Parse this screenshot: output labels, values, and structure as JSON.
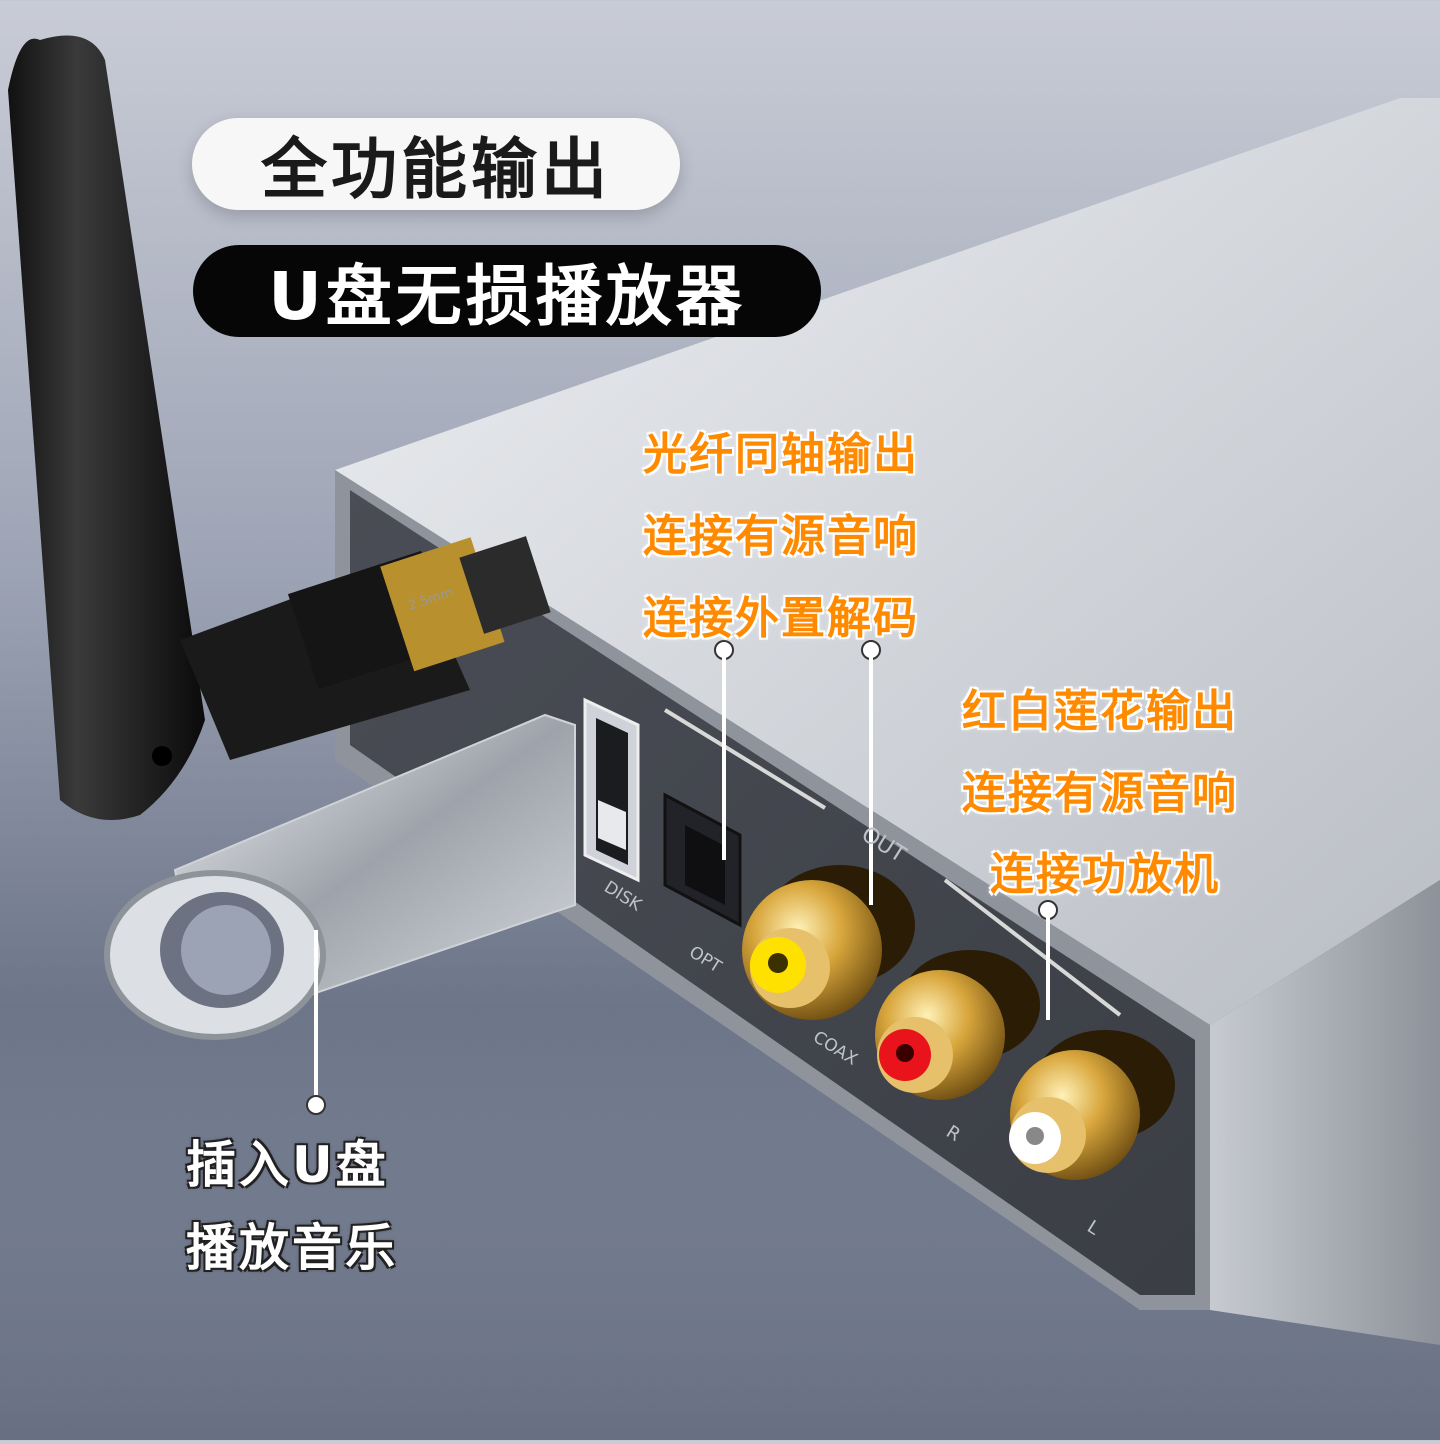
{
  "headline": {
    "line1": "全功能输出",
    "line2": "U盘无损播放器"
  },
  "callouts": {
    "optical_coax": [
      "光纤同轴输出",
      "连接有源音响",
      "连接外置解码"
    ],
    "rca": [
      "红白莲花输出",
      "连接有源音响",
      "连接功放机"
    ],
    "usb": [
      "插入U盘",
      "播放音乐"
    ]
  },
  "panel_labels": {
    "disk": "DISK",
    "opt": "OPT",
    "out": "OUT",
    "coax": "COAX",
    "r": "R",
    "l": "L",
    "antenna_marking": "2.5mm"
  },
  "colors": {
    "accent_orange": "#ff8a00",
    "rca_yellow": "#ffe100",
    "rca_red": "#e8131b",
    "rca_white": "#ffffff",
    "gold": "#b88a2a"
  }
}
